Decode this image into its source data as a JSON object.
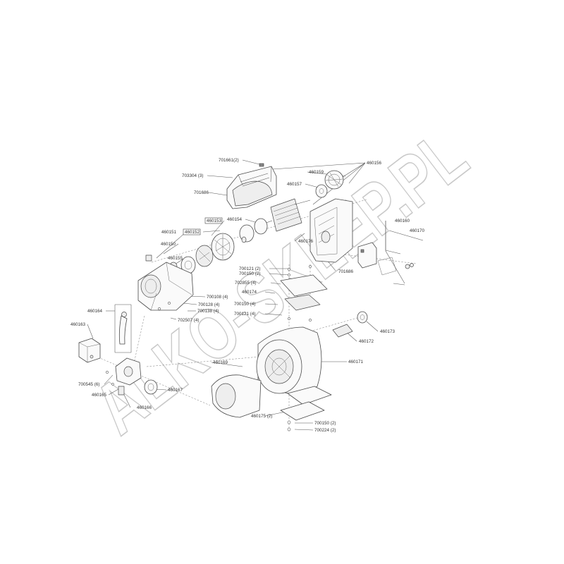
{
  "watermark": "ALKO-SKLEP.PL",
  "labels": {
    "p701661": "701661(2)",
    "p703304": "703304 (3)",
    "p701686a": "701686",
    "p460156": "460156",
    "p460159": "460159",
    "p460157": "460157",
    "p460153": "460153",
    "p460154": "460154",
    "p460151": "460151",
    "p460152": "460152",
    "p460150": "460150",
    "p460155": "460155",
    "p460176": "460176",
    "p460160": "460160",
    "p460170": "460170",
    "p701686b": "701686",
    "p700121a": "700121 (2)",
    "p700150a": "700150 (2)",
    "p702855": "702855 (4)",
    "p460174": "460174",
    "p700150b": "700150 (4)",
    "p700121b": "700121 (4)",
    "p700108": "700108 (4)",
    "p700128": "700128 (4)",
    "p700138": "700138 (4)",
    "p702507": "702507 (4)",
    "p460164": "460164",
    "p460163": "460163",
    "p460173": "460173",
    "p460172": "460172",
    "p460171": "460171",
    "p460169": "460169",
    "p700545": "700545 (6)",
    "p460165": "460165",
    "p460167": "460167",
    "p460166": "460166",
    "p460175": "460175 (2)",
    "p700150c": "700150 (2)",
    "p700224": "700224 (2)"
  }
}
